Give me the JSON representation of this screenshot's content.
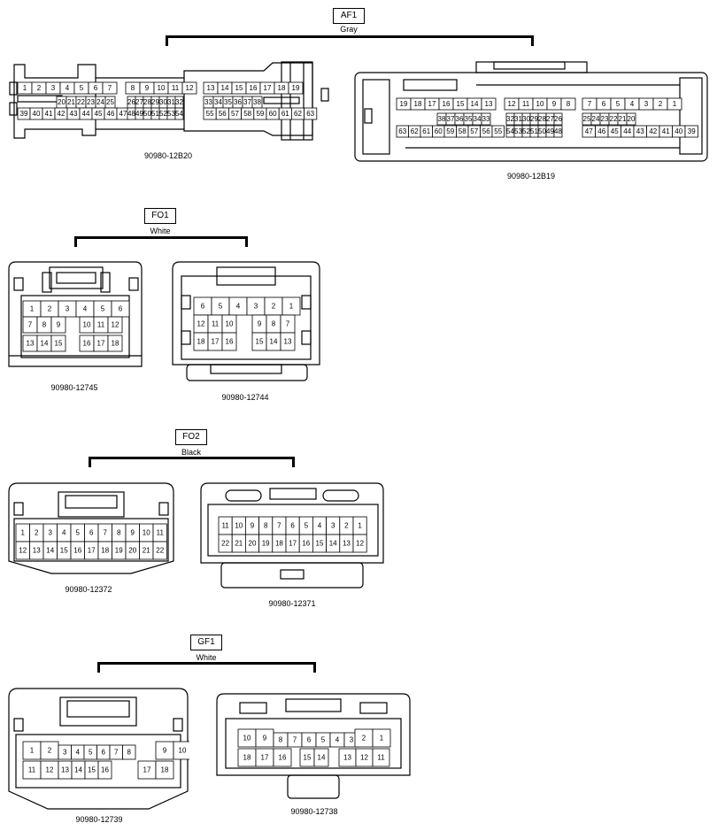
{
  "groups": [
    {
      "label": "AF1",
      "color": "Gray"
    },
    {
      "label": "FO1",
      "color": "White"
    },
    {
      "label": "FO2",
      "color": "Black"
    },
    {
      "label": "GF1",
      "color": "White"
    }
  ],
  "connectors": {
    "af1_a": {
      "part": "90980-12B20",
      "rows": [
        [
          "1",
          "2",
          "3",
          "4",
          "5",
          "6",
          "7"
        ],
        [
          "8",
          "9",
          "10",
          "11",
          "12"
        ],
        [
          "13",
          "14",
          "15",
          "16",
          "17",
          "18",
          "19"
        ],
        [
          "20",
          "21",
          "22",
          "23",
          "24",
          "25"
        ],
        [
          "26",
          "27",
          "28",
          "29",
          "30",
          "31",
          "32"
        ],
        [
          "33",
          "34",
          "35",
          "36",
          "37",
          "38"
        ],
        [
          "39",
          "40",
          "41",
          "42",
          "43",
          "44",
          "45",
          "46",
          "47"
        ],
        [
          "48",
          "49",
          "50",
          "51",
          "52",
          "53",
          "54"
        ],
        [
          "55",
          "56",
          "57",
          "58",
          "59",
          "60",
          "61",
          "62",
          "63"
        ]
      ]
    },
    "af1_b": {
      "part": "90980-12B19",
      "rows": [
        [
          "19",
          "18",
          "17",
          "16",
          "15",
          "14",
          "13"
        ],
        [
          "12",
          "11",
          "10",
          "9",
          "8"
        ],
        [
          "7",
          "6",
          "5",
          "4",
          "3",
          "2",
          "1"
        ],
        [
          "38",
          "37",
          "36",
          "35",
          "34",
          "33"
        ],
        [
          "32",
          "31",
          "30",
          "29",
          "28",
          "27",
          "26"
        ],
        [
          "25",
          "24",
          "23",
          "22",
          "21",
          "20"
        ],
        [
          "63",
          "62",
          "61",
          "60",
          "59",
          "58",
          "57",
          "56",
          "55"
        ],
        [
          "54",
          "53",
          "52",
          "51",
          "50",
          "49",
          "48"
        ],
        [
          "47",
          "46",
          "45",
          "44",
          "43",
          "42",
          "41",
          "40",
          "39"
        ]
      ]
    },
    "fo1_a": {
      "part": "90980-12745",
      "rows": [
        [
          "1",
          "2",
          "3"
        ],
        [
          "4",
          "5",
          "6"
        ],
        [
          "7",
          "8",
          "9"
        ],
        [
          "10",
          "11",
          "12"
        ],
        [
          "13",
          "14",
          "15"
        ],
        [
          "16",
          "17",
          "18"
        ]
      ]
    },
    "fo1_b": {
      "part": "90980-12744",
      "rows": [
        [
          "6",
          "5",
          "4"
        ],
        [
          "3",
          "2",
          "1"
        ],
        [
          "12",
          "11",
          "10"
        ],
        [
          "9",
          "8",
          "7"
        ],
        [
          "18",
          "17",
          "16"
        ],
        [
          "15",
          "14",
          "13"
        ]
      ]
    },
    "fo2_a": {
      "part": "90980-12372",
      "rows": [
        [
          "1",
          "2",
          "3",
          "4",
          "5",
          "6",
          "7",
          "8",
          "9",
          "10",
          "11"
        ],
        [
          "12",
          "13",
          "14",
          "15",
          "16",
          "17",
          "18",
          "19",
          "20",
          "21",
          "22"
        ]
      ]
    },
    "fo2_b": {
      "part": "90980-12371",
      "rows": [
        [
          "11",
          "10",
          "9",
          "8",
          "7",
          "6",
          "5",
          "4",
          "3",
          "2",
          "1"
        ],
        [
          "22",
          "21",
          "20",
          "19",
          "18",
          "17",
          "16",
          "15",
          "14",
          "13",
          "12"
        ]
      ]
    },
    "gf1_a": {
      "part": "90980-12739",
      "rows": [
        [
          "1",
          "2"
        ],
        [
          "3",
          "4",
          "5",
          "6",
          "7",
          "8"
        ],
        [
          "9",
          "10"
        ],
        [
          "11",
          "12"
        ],
        [
          "13",
          "14",
          "15",
          "16"
        ],
        [
          "17",
          "18"
        ]
      ]
    },
    "gf1_b": {
      "part": "90980-12738",
      "rows": [
        [
          "10",
          "9"
        ],
        [
          "8",
          "7",
          "6",
          "5",
          "4",
          "3"
        ],
        [
          "2",
          "1"
        ],
        [
          "18",
          "17",
          "16"
        ],
        [
          "15",
          "14"
        ],
        [
          "13",
          "12",
          "11"
        ]
      ]
    }
  }
}
